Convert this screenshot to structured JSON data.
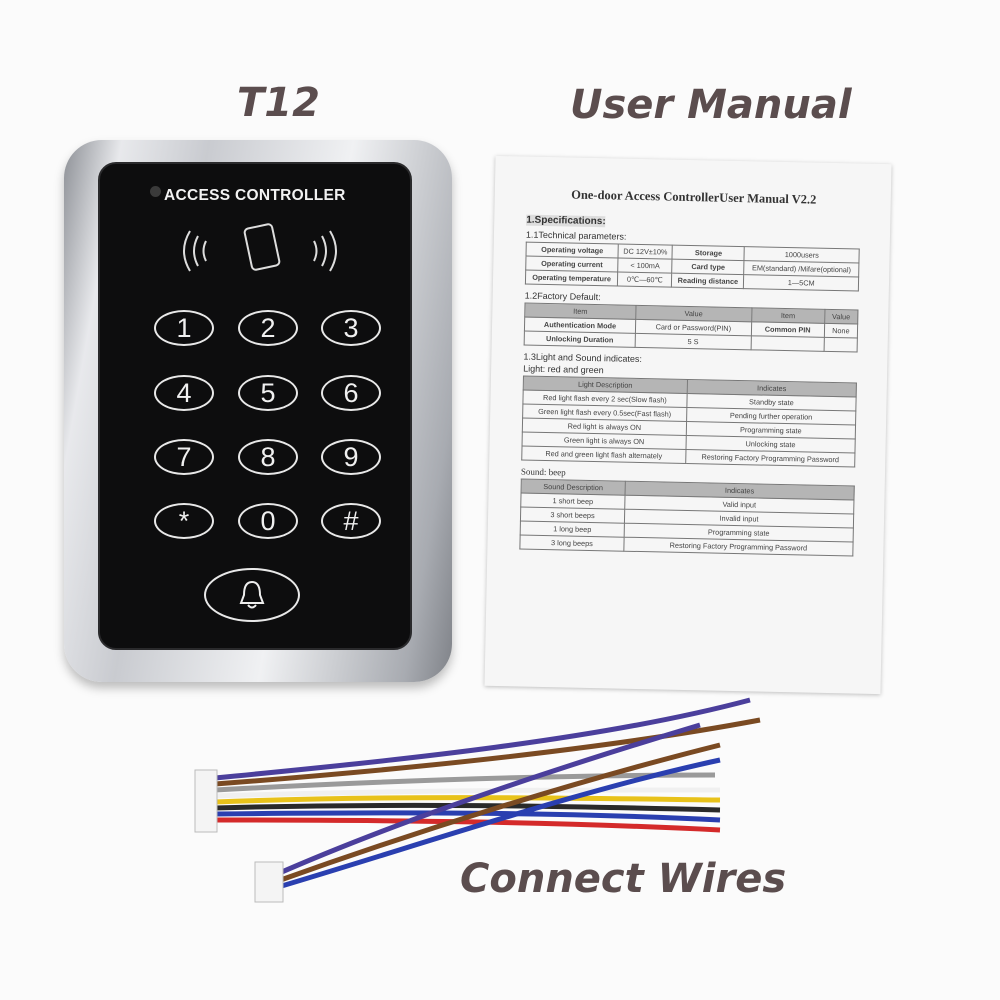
{
  "labels": {
    "device": "T12",
    "manual": "User Manual",
    "wires": "Connect Wires"
  },
  "device": {
    "title": "ACCESS CONTROLLER",
    "keys": [
      "1",
      "2",
      "3",
      "4",
      "5",
      "6",
      "7",
      "8",
      "9",
      "*",
      "0",
      "#"
    ],
    "bell_icon": "bell-icon",
    "rfid_icon": "rfid-card-icon"
  },
  "manual": {
    "title": "One-door Access ControllerUser Manual V2.2",
    "section1": "1.Specifications:",
    "tech_heading": "1.1Technical parameters:",
    "tech": [
      [
        "Operating voltage",
        "DC 12V±10%",
        "Storage",
        "1000users"
      ],
      [
        "Operating current",
        "< 100mA",
        "Card type",
        "EM(standard) /Mifare(optional)"
      ],
      [
        "Operating temperature",
        "0℃—60℃",
        "Reading distance",
        "1—5CM"
      ]
    ],
    "factory_heading": "1.2Factory Default:",
    "factory_headers": [
      "Item",
      "Value",
      "Item",
      "Value"
    ],
    "factory": [
      [
        "Authentication Mode",
        "Card or Password(PIN)",
        "Common PIN",
        "None"
      ],
      [
        "Unlocking Duration",
        "5 S",
        "",
        ""
      ]
    ],
    "light_heading": "1.3Light and Sound indicates:",
    "light_sub": "Light: red and green",
    "light_headers": [
      "Light Description",
      "Indicates"
    ],
    "light": [
      [
        "Red light flash every 2 sec(Slow flash)",
        "Standby state"
      ],
      [
        "Green light flash every 0.5sec(Fast flash)",
        "Pending further operation"
      ],
      [
        "Red light is always ON",
        "Programming state"
      ],
      [
        "Green light is always ON",
        "Unlocking state"
      ],
      [
        "Red and green light flash alternately",
        "Restoring Factory Programming Password"
      ]
    ],
    "sound_sub": "Sound: beep",
    "sound_headers": [
      "Sound Description",
      "Indicates"
    ],
    "sound": [
      [
        "1 short beep",
        "Valid input"
      ],
      [
        "3 short beeps",
        "Invalid input"
      ],
      [
        "1 long beep",
        "Programming state"
      ],
      [
        "3 long beeps",
        "Restoring Factory Programming Password"
      ]
    ]
  },
  "wire_colors": [
    "#4b3f9c",
    "#7a4a22",
    "#9a9a9a",
    "#f0f0f0",
    "#e8c21a",
    "#2a2a2a",
    "#2a3fb0",
    "#d42a2a"
  ]
}
